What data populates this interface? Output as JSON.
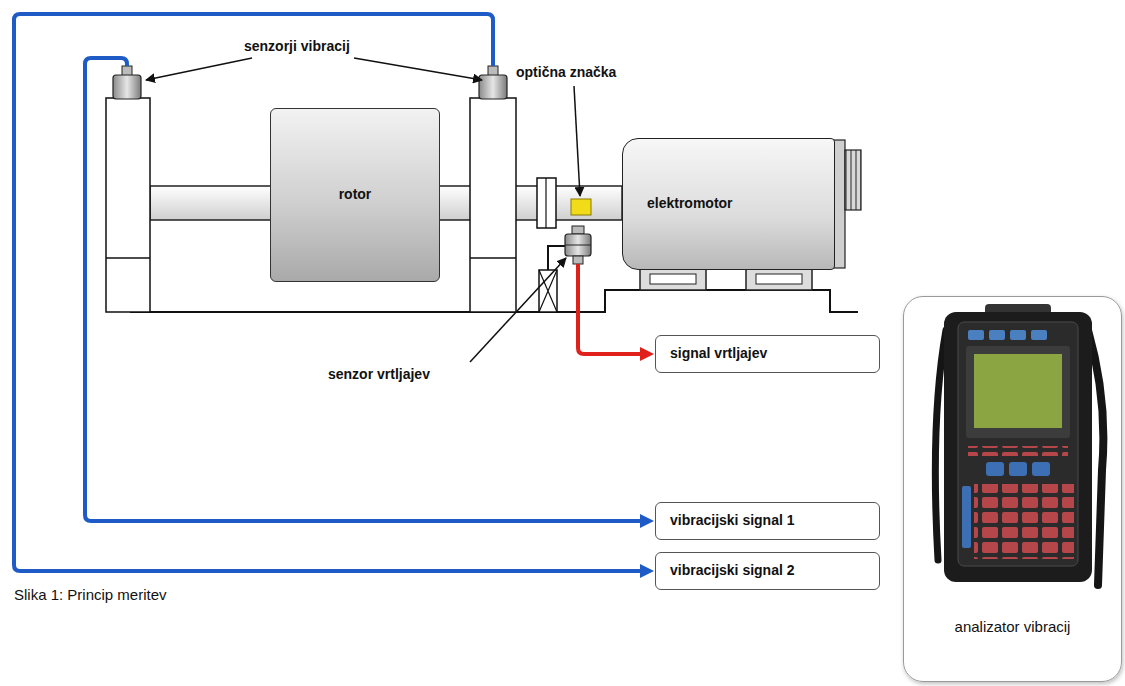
{
  "diagram": {
    "caption": "Slika 1: Princip meritev",
    "nodes": [
      {
        "text": [
          "rotor"
        ]
      },
      {
        "text": [
          "elektromotor"
        ]
      },
      {
        "text": [
          "signal vrtljajev"
        ]
      },
      {
        "text": [
          "vibracijski signal 1"
        ]
      },
      {
        "text": [
          "vibracijski signal 2"
        ]
      },
      {
        "text": [
          "analizator vibracij"
        ]
      }
    ],
    "labels": [
      "senzorji vibracij",
      "optična značka",
      "senzor vrtljajev"
    ]
  }
}
